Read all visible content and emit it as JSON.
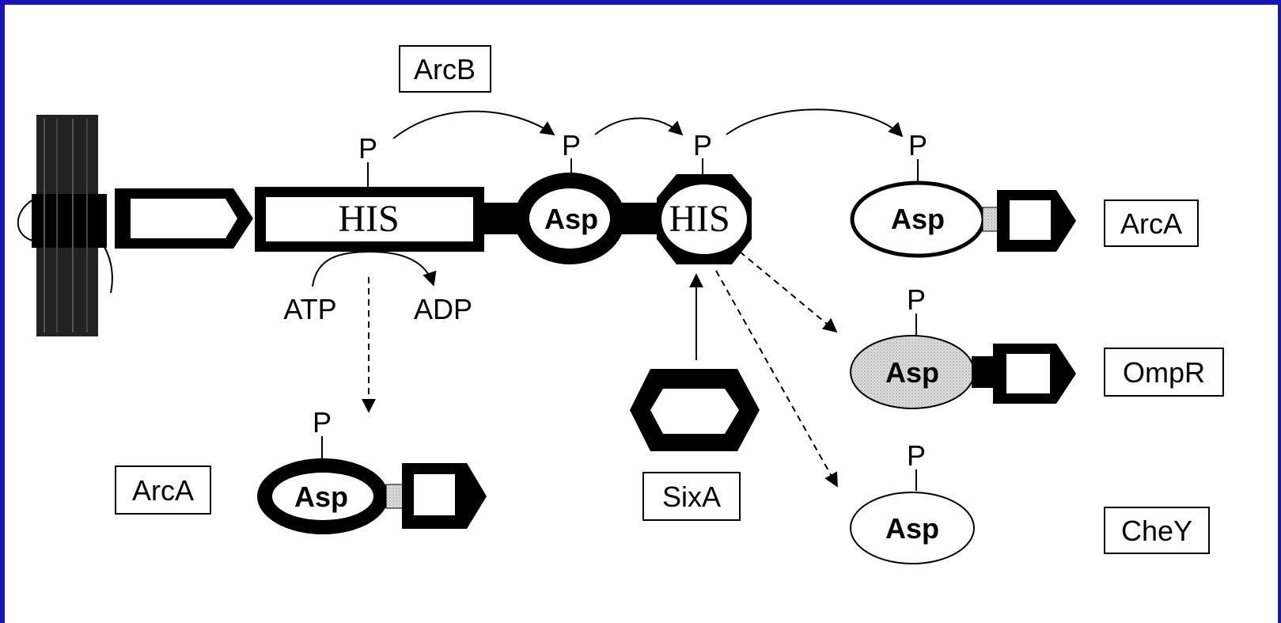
{
  "labels": {
    "arcb": "ArcB",
    "arca_top": "ArcA",
    "ompr": "OmpR",
    "chey": "CheY",
    "arca_bottom": "ArcA",
    "sixa": "SixA",
    "atp": "ATP",
    "adp": "ADP",
    "his": "HIS",
    "asp": "Asp",
    "phospho": "P"
  },
  "colors": {
    "border": "#1a14b4",
    "ink": "#000000",
    "shaded": "#d4d4d4"
  }
}
